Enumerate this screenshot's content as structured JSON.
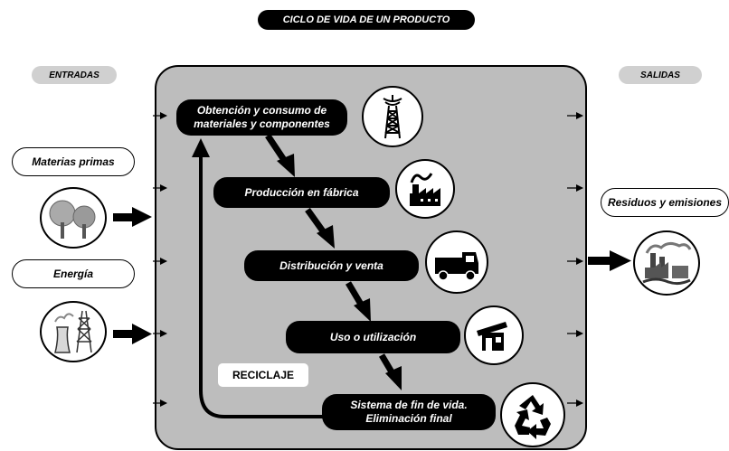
{
  "title": "CICLO DE VIDA DE UN PRODUCTO",
  "inputs": {
    "header": "ENTRADAS",
    "items": [
      "Materias primas",
      "Energía"
    ]
  },
  "outputs": {
    "header": "SALIDAS",
    "items": [
      "Residuos y emisiones"
    ]
  },
  "stages": {
    "s1_line1": "Obtención y consumo de",
    "s1_line2": "materiales y componentes",
    "s2": "Producción en fábrica",
    "s3": "Distribución y venta",
    "s4": "Uso o utilización",
    "s5_line1": "Sistema de fin de vida.",
    "s5_line2": "Eliminación final"
  },
  "recycling": "RECICLAJE",
  "icons": {
    "stage1": "oil-derrick-icon",
    "stage2": "factory-icon",
    "stage3": "delivery-truck-icon",
    "stage4": "house-icon",
    "stage5": "recycle-icon",
    "raw_materials": "trees-icon",
    "energy": "power-plant-icon",
    "waste": "polluting-factory-icon"
  },
  "colors": {
    "box_fill": "#bdbdbd",
    "stage_fill": "#000000",
    "io_pill_fill": "#d0d0d0"
  }
}
